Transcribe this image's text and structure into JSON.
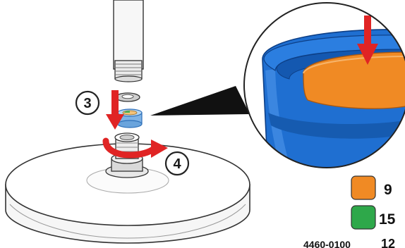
{
  "steps": {
    "insert": {
      "number": "3"
    },
    "tighten": {
      "number": "4"
    }
  },
  "legend": [
    {
      "label": "9",
      "color": "#f08a24"
    },
    {
      "label": "15",
      "color": "#2ea84a"
    }
  ],
  "footer": {
    "ref_main": "4460-0100",
    "ref_page": "12"
  },
  "colors": {
    "arrow_red": "#e02424",
    "gasket_blue": "#1f6fd1",
    "gasket_blue_dark": "#124a99",
    "filler_orange": "#f08a24",
    "outline": "#333333"
  },
  "icons": {
    "insert_arrow": "arrow-down-icon",
    "tighten_arrow": "curved-arrow-icon",
    "zoom_arrow": "arrow-down-icon"
  }
}
